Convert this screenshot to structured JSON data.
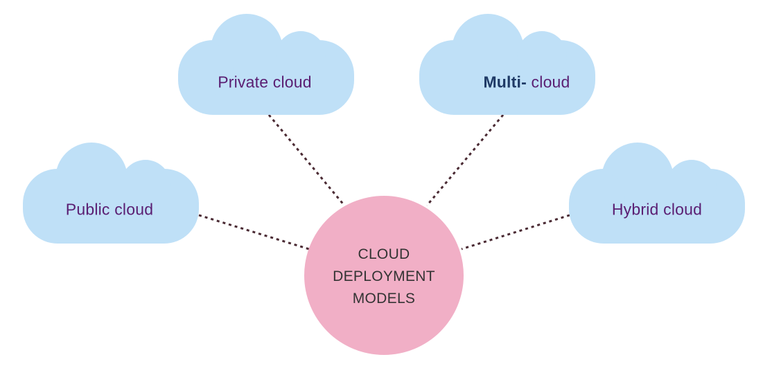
{
  "colors": {
    "cloud_fill": "#bfe0f7",
    "center_fill": "#f1afc6",
    "connector": "#4a2a33",
    "cloud_text": "#5a1e72",
    "emphasis_text": "#1f3a66",
    "center_text": "#333333"
  },
  "center": {
    "lines": [
      "CLOUD",
      "DEPLOYMENT",
      "MODELS"
    ]
  },
  "clouds": {
    "private": {
      "label": "Private cloud"
    },
    "multi": {
      "label_strong": "Multi-",
      "label_rest": " cloud"
    },
    "public": {
      "label": "Public cloud"
    },
    "hybrid": {
      "label": "Hybrid cloud"
    }
  }
}
